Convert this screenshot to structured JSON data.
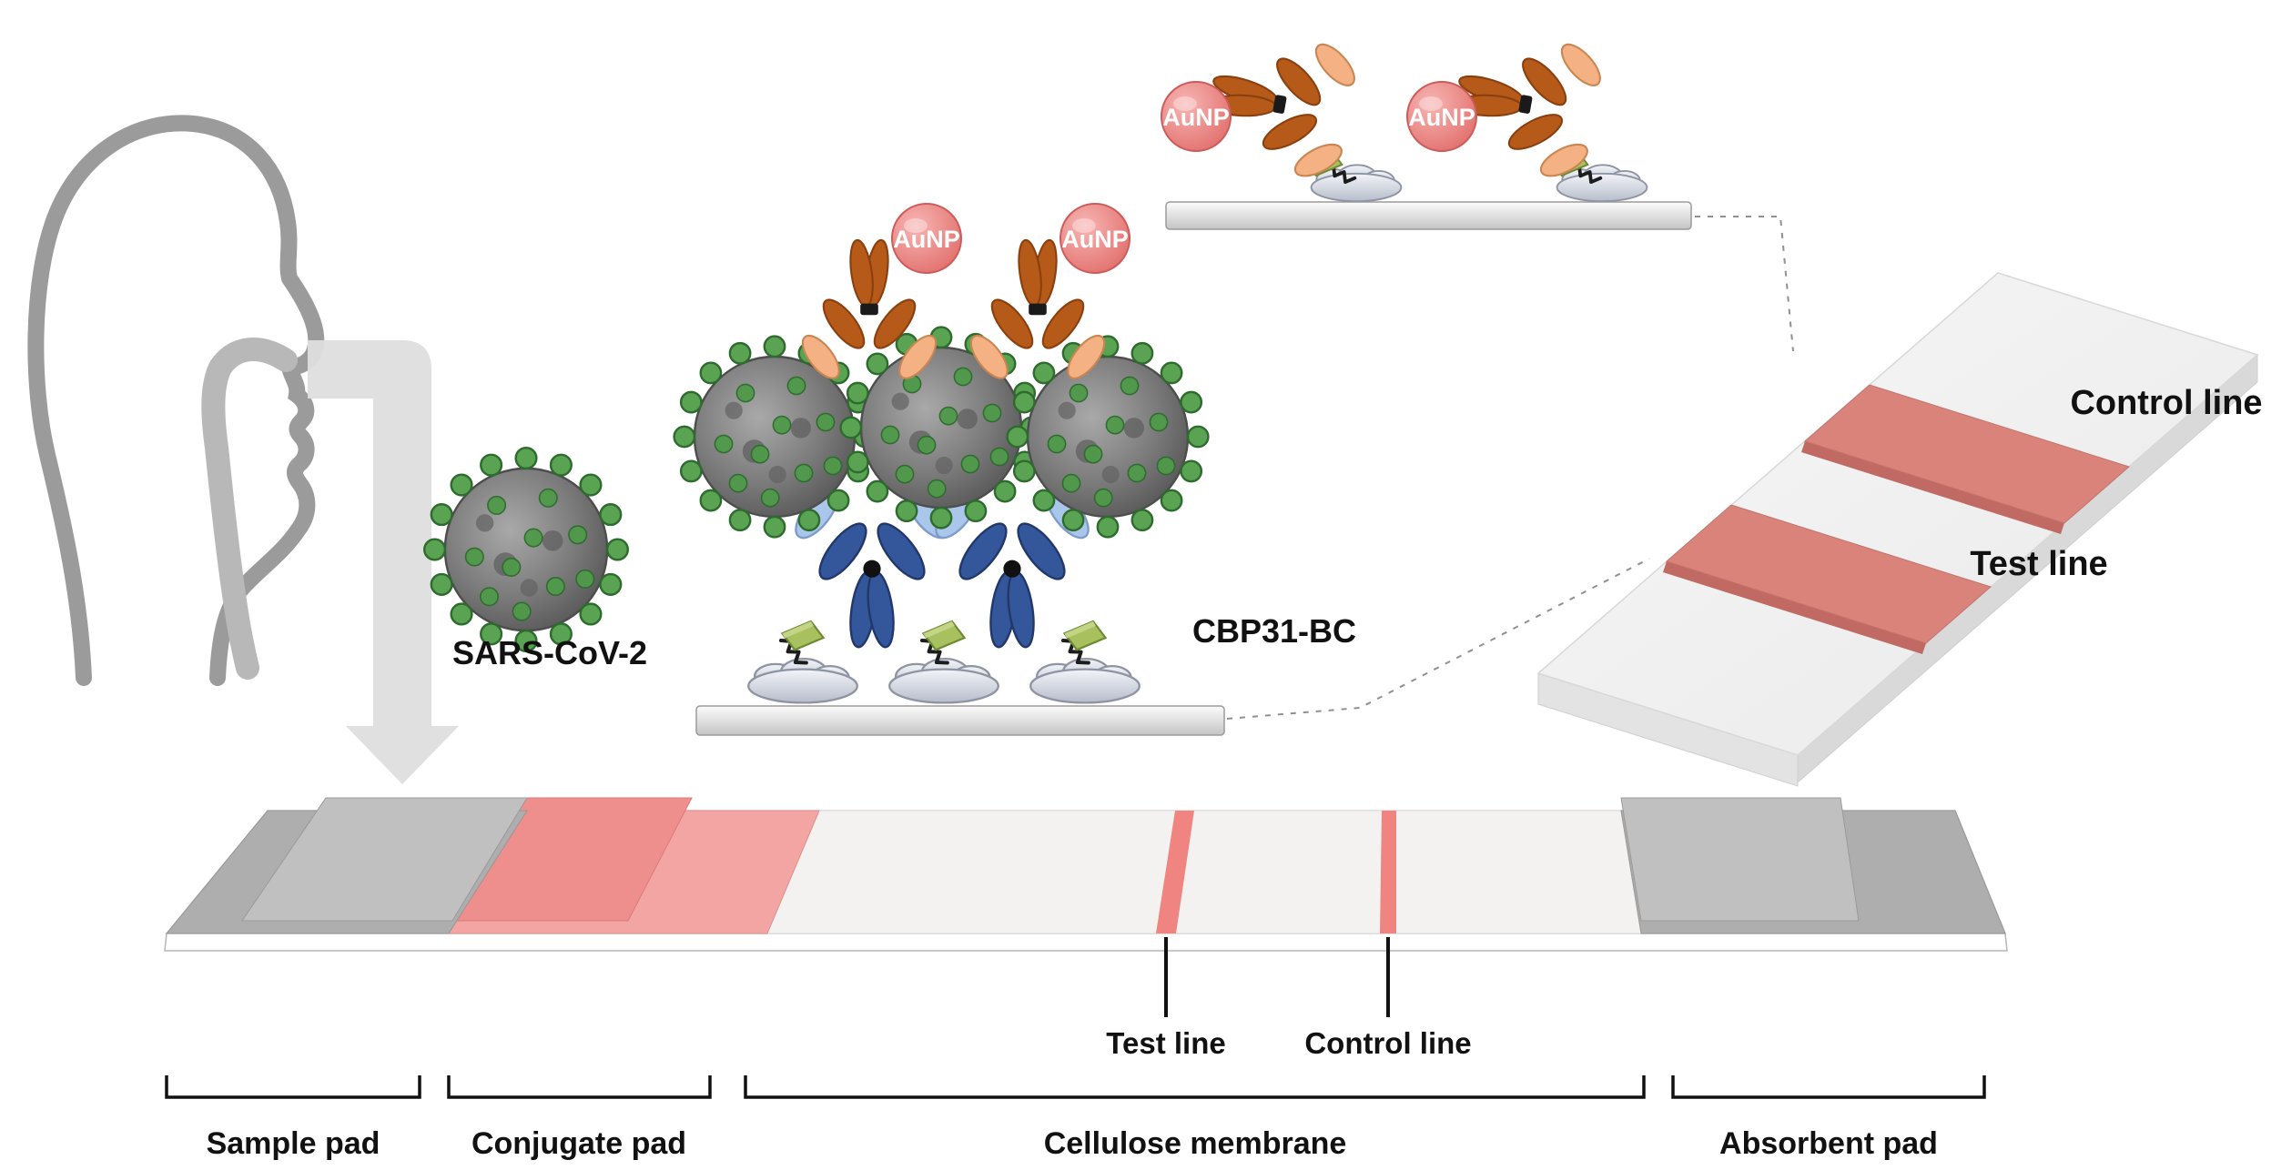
{
  "figure": {
    "virus_label": "SARS-CoV-2",
    "binder_label": "CBP31-BC",
    "aunp_label": "AuNP",
    "strip3d": {
      "control_line": "Control line",
      "test_line": "Test line"
    },
    "strip": {
      "test_line": "Test line",
      "control_line": "Control line"
    },
    "pads": {
      "sample": "Sample pad",
      "conjugate": "Conjugate pad",
      "membrane": "Cellulose membrane",
      "absorbent": "Absorbent pad"
    }
  },
  "icons": {
    "head": "human-head-profile",
    "arrow": "sample-flow-arrow",
    "virus": "sars-cov-2-virion",
    "antibody_orange": "detection-antibody",
    "antibody_blue": "capture-antibody",
    "aunp": "gold-nanoparticle",
    "cloud": "cellulose-particle",
    "tag": "cbp-binding-tag",
    "zigzag": "peptide-linker"
  },
  "colors": {
    "aunp_fill": "#e2716e",
    "band_red": "#d9837b",
    "stripe_red": "#f08480",
    "conjugate_pink": "#f3a5a3",
    "pad_gray": "#b0b0b0",
    "antibody_orange": "#b65a1a",
    "antibody_orange_light": "#f3b184",
    "antibody_blue": "#34569a",
    "antibody_blue_light": "#aac6ea",
    "virus_green": "#5aa352",
    "silhouette_gray": "#9b9b9b"
  }
}
